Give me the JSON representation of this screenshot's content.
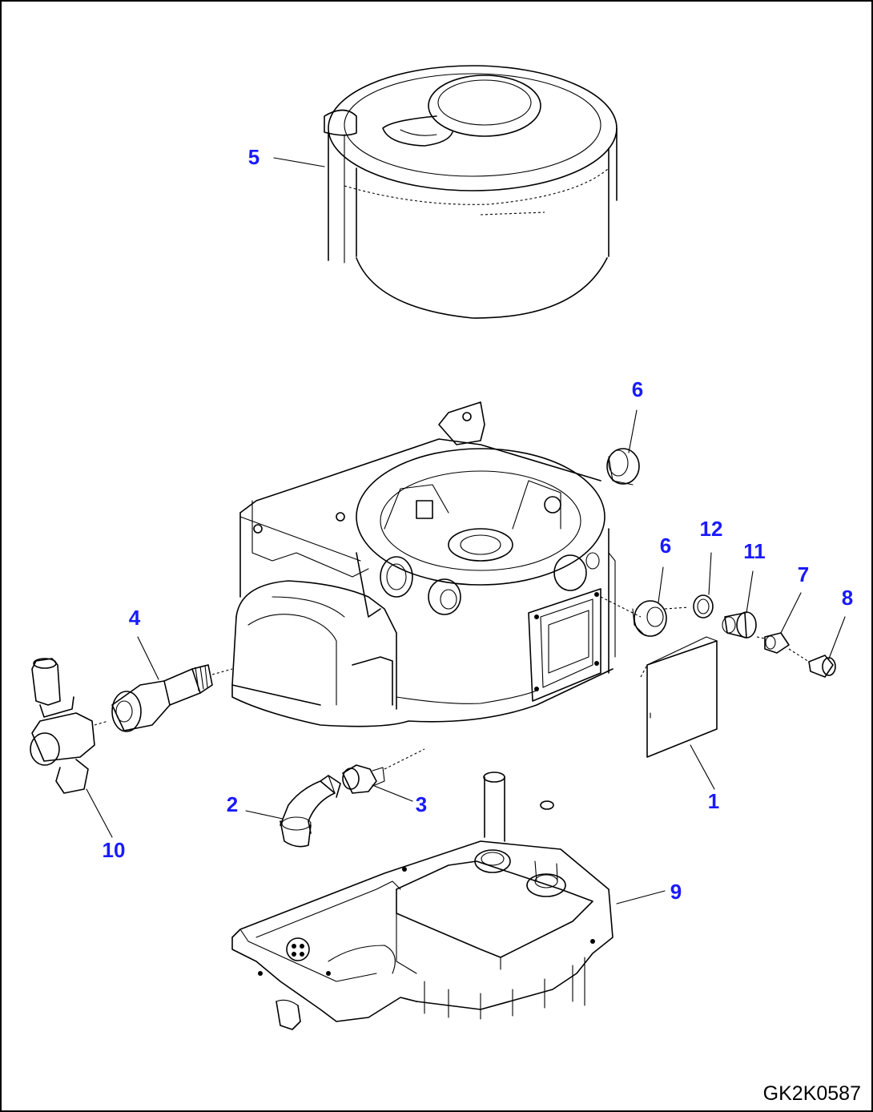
{
  "diagram": {
    "drawing_code": "GK2K0587",
    "callouts": [
      {
        "id": "5",
        "label": "5"
      },
      {
        "id": "6a",
        "label": "6"
      },
      {
        "id": "6b",
        "label": "6"
      },
      {
        "id": "12",
        "label": "12"
      },
      {
        "id": "11",
        "label": "11"
      },
      {
        "id": "7",
        "label": "7"
      },
      {
        "id": "8",
        "label": "8"
      },
      {
        "id": "4",
        "label": "4"
      },
      {
        "id": "1",
        "label": "1"
      },
      {
        "id": "2",
        "label": "2"
      },
      {
        "id": "3",
        "label": "3"
      },
      {
        "id": "10",
        "label": "10"
      },
      {
        "id": "9",
        "label": "9"
      }
    ]
  },
  "colors": {
    "callout": "#1a1aff",
    "line": "#000000",
    "background": "#ffffff"
  }
}
